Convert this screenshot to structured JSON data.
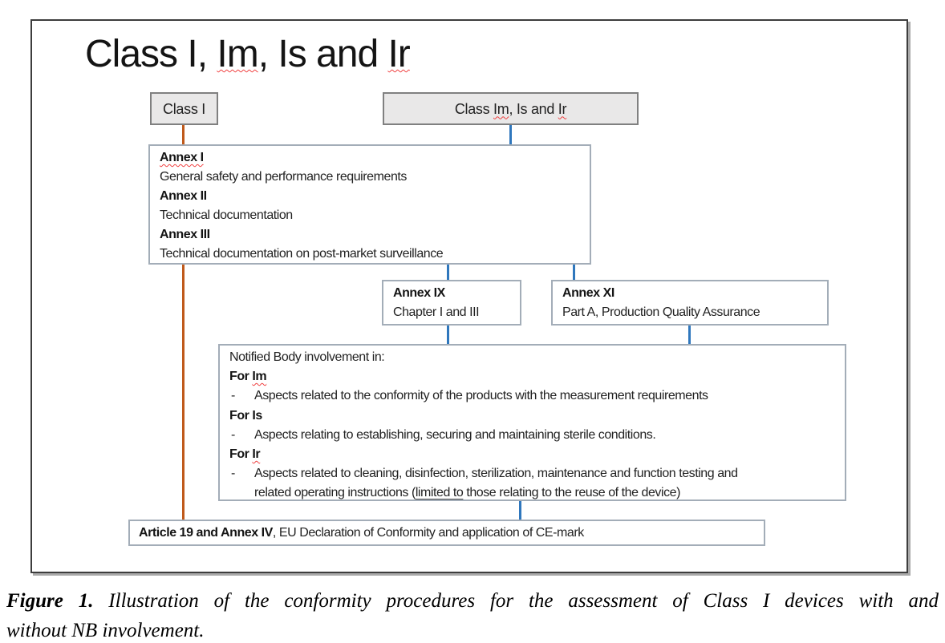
{
  "colors": {
    "orange_connector": "#C05A1B",
    "blue_connector": "#2F77BD",
    "gray_box_fill": "#E9E8E8",
    "gray_box_border": "#808080",
    "white_box_border": "#A3ADB8",
    "frame_border": "#3D3D3D",
    "spellcheck_squiggle": "#F04141"
  },
  "slide": {
    "title_parts": {
      "pre": "Class I, ",
      "im": "Im",
      "mid": ", Is and ",
      "ir": "Ir"
    },
    "class_i_label": "Class I",
    "class_im_parts": {
      "pre": "Class ",
      "im": "Im",
      "mid": ", Is and ",
      "ir": "Ir"
    },
    "annex_requirements": {
      "annex1_title": "Annex I",
      "annex1_desc": "General safety and performance requirements",
      "annex2_title": "Annex II",
      "annex2_desc": "Technical documentation",
      "annex3_title": "Annex III",
      "annex3_desc": "Technical documentation on post-market surveillance"
    },
    "annex_ix": {
      "title": "Annex IX",
      "desc": "Chapter I and III"
    },
    "annex_xi": {
      "title": "Annex XI",
      "desc": "Part A, Production Quality Assurance"
    },
    "notified_body": {
      "intro": "Notified Body involvement in:",
      "bullet_marker": "-",
      "for_im_prefix": "For ",
      "for_im_term": "Im",
      "im_bullet": "Aspects related to the conformity of the products with the measurement requirements",
      "for_is": "For Is",
      "is_bullet": "Aspects relating to establishing, securing and maintaining sterile conditions.",
      "for_ir_prefix": "For ",
      "for_ir_term": "Ir",
      "ir_bullet_line1": "Aspects related to cleaning, disinfection, sterilization, maintenance and function testing and",
      "ir_bullet_line2_pre": "related operating instructions (",
      "ir_bullet_underlined": "limited to",
      "ir_bullet_line2_post": " those relating to the reuse of the device)"
    },
    "article_box": {
      "bold": "Article 19 and Annex IV",
      "rest": ", EU Declaration of Conformity and application of CE-mark"
    }
  },
  "caption": {
    "figure_label": "Figure 1.",
    "line1": " Illustration of the conformity procedures for the assessment of Class I devices with and",
    "line2": "without NB involvement."
  }
}
